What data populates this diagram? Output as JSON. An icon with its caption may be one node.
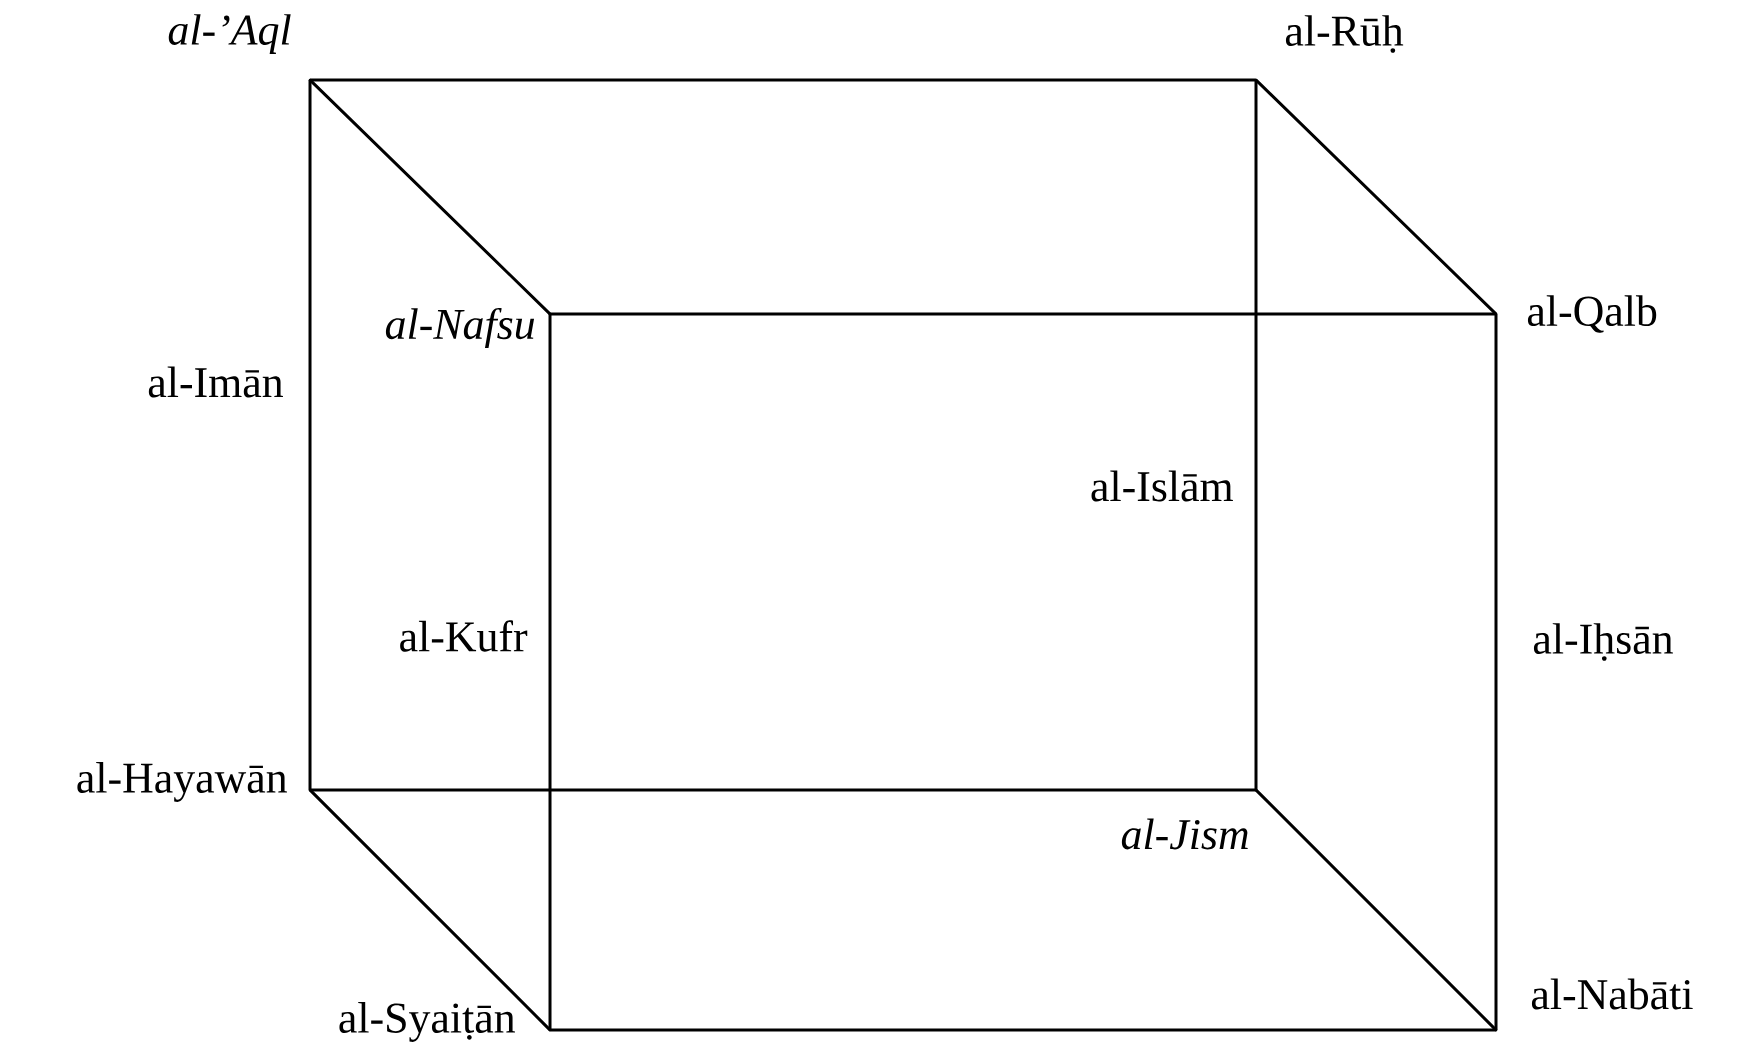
{
  "diagram": {
    "nodes": [
      {
        "text": [
          "al-’Aql"
        ]
      },
      {
        "text": [
          "al-Rūḥ"
        ]
      },
      {
        "text": [
          "al-Nafsu"
        ]
      },
      {
        "text": [
          "al-Qalb"
        ]
      },
      {
        "text": [
          "al-Hayawān"
        ]
      },
      {
        "text": [
          "al-Jism"
        ]
      },
      {
        "text": [
          "al-Syaiṭān"
        ]
      },
      {
        "text": [
          "al-Nabāti"
        ]
      }
    ],
    "edges": [
      {
        "from": 0,
        "to": 1,
        "arrow": "none"
      },
      {
        "from": 0,
        "to": 4,
        "arrow": "none",
        "label": "al-Imān"
      },
      {
        "from": 1,
        "to": 5,
        "arrow": "none",
        "label": "al-Islām"
      },
      {
        "from": 4,
        "to": 5,
        "arrow": "none"
      },
      {
        "from": 2,
        "to": 3,
        "arrow": "none"
      },
      {
        "from": 2,
        "to": 6,
        "arrow": "none",
        "label": "al-Kufr"
      },
      {
        "from": 3,
        "to": 7,
        "arrow": "none",
        "label": "al-Iḥsān"
      },
      {
        "from": 6,
        "to": 7,
        "arrow": "none"
      },
      {
        "from": 0,
        "to": 2,
        "arrow": "none"
      },
      {
        "from": 1,
        "to": 3,
        "arrow": "none"
      },
      {
        "from": 4,
        "to": 6,
        "arrow": "none"
      },
      {
        "from": 5,
        "to": 7,
        "arrow": "none"
      }
    ]
  }
}
